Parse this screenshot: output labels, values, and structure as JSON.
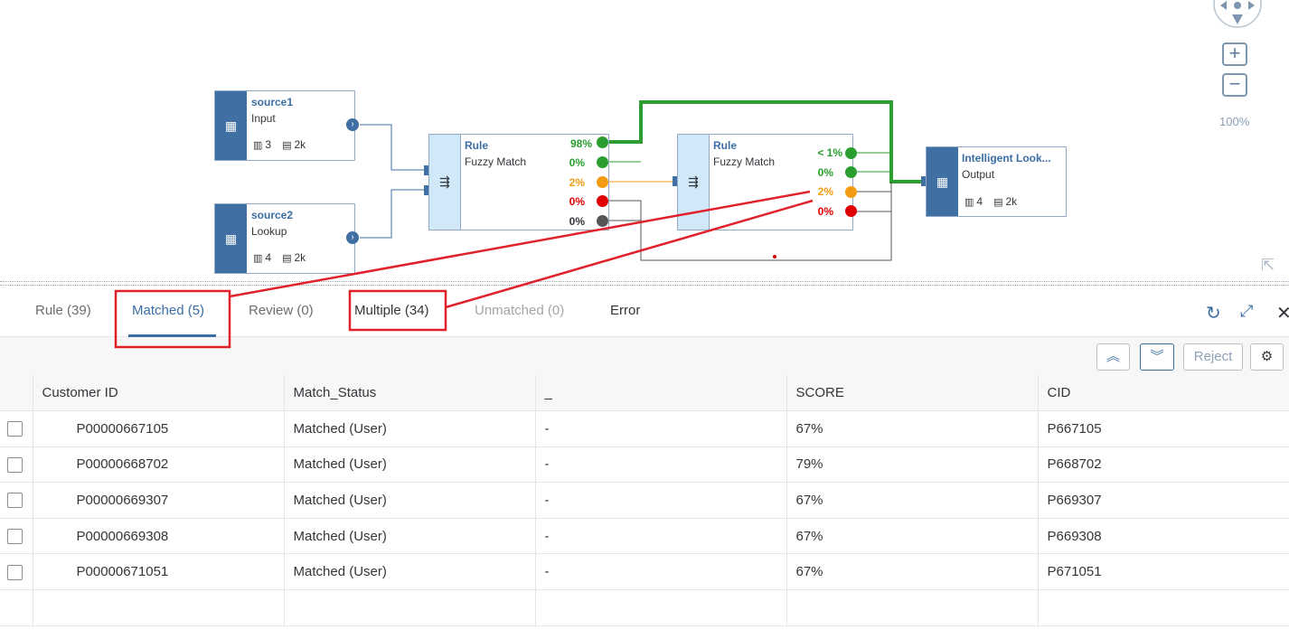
{
  "canvas": {
    "nodes": {
      "source1": {
        "title": "source1",
        "subtitle": "Input",
        "cols": "3",
        "rows": "2k"
      },
      "source2": {
        "title": "source2",
        "subtitle": "Lookup",
        "cols": "4",
        "rows": "2k"
      },
      "rule1": {
        "title": "Rule",
        "subtitle": "Fuzzy Match",
        "outputs": [
          "98%",
          "0%",
          "2%",
          "0%",
          "0%"
        ]
      },
      "rule2": {
        "title": "Rule",
        "subtitle": "Fuzzy Match",
        "outputs": [
          "< 1%",
          "0%",
          "2%",
          "0%"
        ]
      },
      "output": {
        "title": "Intelligent Look...",
        "subtitle": "Output",
        "cols": "4",
        "rows": "2k"
      }
    },
    "zoom_level": "100%",
    "colors": {
      "node_strip": "#3f6fa3",
      "matched": "#2b9e2f",
      "multiple": "#f39c12",
      "unmatched": "#e00000",
      "annotation": "#e0202a"
    }
  },
  "tabs": [
    {
      "label": "Rule (39)"
    },
    {
      "label": "Matched (5)"
    },
    {
      "label": "Review (0)"
    },
    {
      "label": "Multiple (34)"
    },
    {
      "label": "Unmatched (0)"
    },
    {
      "label": "Error"
    }
  ],
  "active_tab": "Matched (5)",
  "toolbar": {
    "reject_label": "Reject"
  },
  "table": {
    "columns": [
      "Customer ID",
      "Match_Status",
      "_",
      "SCORE",
      "CID"
    ],
    "rows": [
      [
        "P00000667105",
        "Matched (User)",
        "-",
        "67%",
        "P667105"
      ],
      [
        "P00000668702",
        "Matched (User)",
        "-",
        "79%",
        "P668702"
      ],
      [
        "P00000669307",
        "Matched (User)",
        "-",
        "67%",
        "P669307"
      ],
      [
        "P00000669308",
        "Matched (User)",
        "-",
        "67%",
        "P669308"
      ],
      [
        "P00000671051",
        "Matched (User)",
        "-",
        "67%",
        "P671051"
      ]
    ]
  }
}
